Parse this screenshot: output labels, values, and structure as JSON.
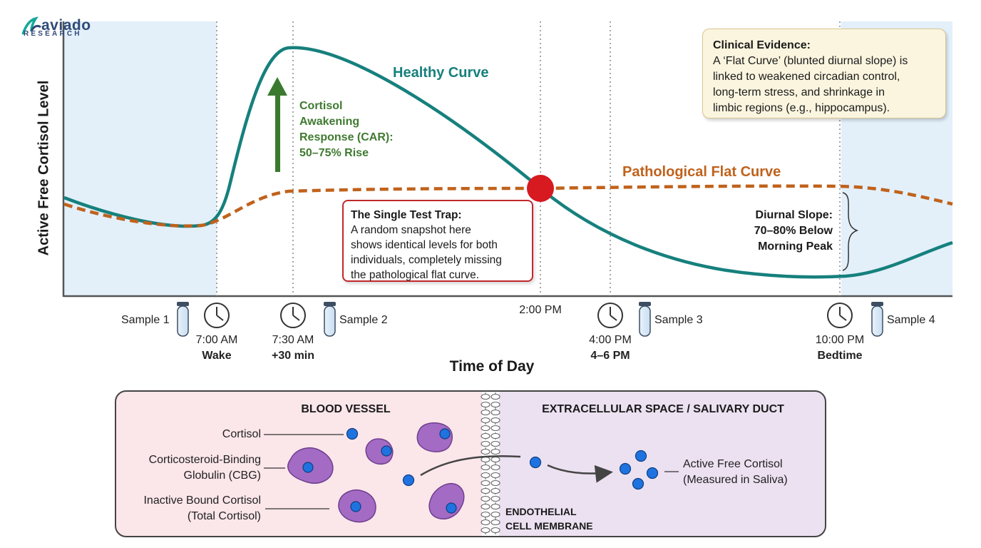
{
  "logo": {
    "word": "aviado",
    "sub": "RESEARCH"
  },
  "chart_data": {
    "type": "line",
    "title": "",
    "xlabel": "Time of Day",
    "ylabel": "Active Free Cortisol Level",
    "series": [
      {
        "name": "Healthy Curve",
        "color": "#16807d",
        "values": [
          {
            "x": "6:00 AM",
            "y": 0.35
          },
          {
            "x": "7:00 AM",
            "y": 0.28
          },
          {
            "x": "7:30 AM",
            "y": 0.9
          },
          {
            "x": "2:00 PM",
            "y": 0.4
          },
          {
            "x": "4:00 PM",
            "y": 0.22
          },
          {
            "x": "10:00 PM",
            "y": 0.08
          },
          {
            "x": "11:00 PM",
            "y": 0.2
          }
        ]
      },
      {
        "name": "Pathological Flat Curve",
        "color": "#c0621c",
        "values": [
          {
            "x": "6:00 AM",
            "y": 0.34
          },
          {
            "x": "7:00 AM",
            "y": 0.27
          },
          {
            "x": "7:30 AM",
            "y": 0.39
          },
          {
            "x": "2:00 PM",
            "y": 0.4
          },
          {
            "x": "4:00 PM",
            "y": 0.4
          },
          {
            "x": "10:00 PM",
            "y": 0.4
          },
          {
            "x": "11:00 PM",
            "y": 0.34
          }
        ]
      }
    ],
    "time_points": [
      {
        "time": "7:00 AM",
        "sub": "Wake",
        "sample": "Sample 1"
      },
      {
        "time": "7:30 AM",
        "sub": "+30 min",
        "sample": "Sample 2"
      },
      {
        "time": "2:00 PM",
        "sub": "",
        "sample": ""
      },
      {
        "time": "4:00 PM",
        "sub": "4–6 PM",
        "sample": "Sample 3"
      },
      {
        "time": "10:00 PM",
        "sub": "Bedtime",
        "sample": "Sample 4"
      }
    ],
    "intersection": "2:00 PM",
    "shaded_regions": [
      "before 7:00 AM",
      "after 10:00 PM"
    ],
    "colors": {
      "shade": "#e3f0fa",
      "marker": "#d71920",
      "car_arrow": "#3b7a2e"
    }
  },
  "annotations": {
    "healthy_label": "Healthy Curve",
    "flat_label": "Pathological Flat Curve",
    "car": [
      "Cortisol",
      "Awakening",
      "Response (CAR):",
      "50–75% Rise"
    ],
    "slope": [
      "Diurnal Slope:",
      "70–80% Below",
      "Morning Peak"
    ],
    "clinical_evidence": {
      "title": "Clinical Evidence:",
      "lines": [
        "A ‘Flat Curve’ (blunted diurnal slope) is",
        "linked to weakened circadian control,",
        "long-term stress, and shrinkage in",
        "limbic regions (e.g., hippocampus)."
      ]
    },
    "single_test_trap": {
      "title": "The Single Test Trap:",
      "lines": [
        "A random snapshot here",
        "shows identical levels for both",
        "individuals, completely missing",
        "the pathological flat curve."
      ]
    }
  },
  "bottom_panel": {
    "left_title": "BLOOD VESSEL",
    "right_title": "EXTRACELLULAR SPACE / SALIVARY DUCT",
    "membrane_label": [
      "ENDOTHELIAL",
      "CELL MEMBRANE"
    ],
    "labels": {
      "cortisol": "Cortisol",
      "cbg": [
        "Corticosteroid-Binding",
        "Globulin (CBG)"
      ],
      "bound": [
        "Inactive Bound Cortisol",
        "(Total Cortisol)"
      ],
      "free": [
        "Active Free Cortisol",
        "(Measured in Saliva)"
      ]
    },
    "colors": {
      "left_bg": "#fbe6ea",
      "right_bg": "#ece1f1",
      "molecule": "#1f73e0",
      "protein": "#a46bc4"
    }
  }
}
